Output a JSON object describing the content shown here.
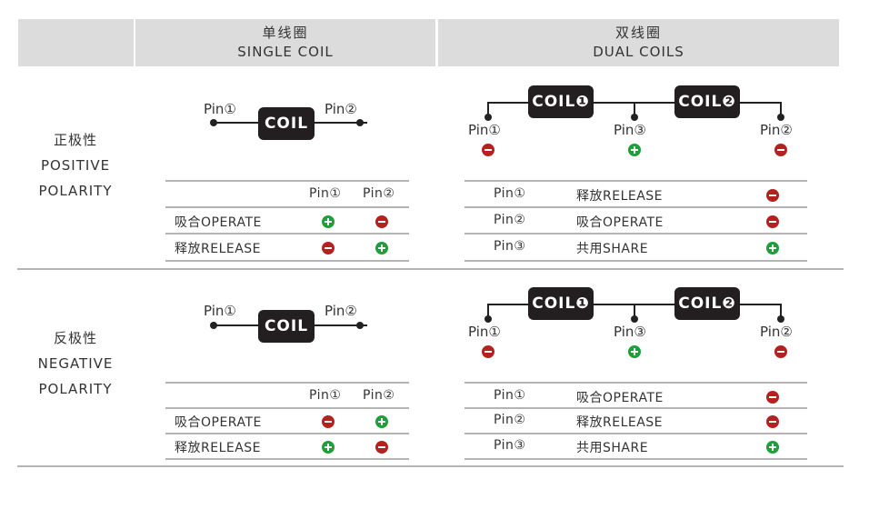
{
  "header": {
    "single": {
      "cn": "单线圈",
      "en": "SINGLE COIL"
    },
    "dual": {
      "cn": "双线圈",
      "en": "DUAL COILS"
    }
  },
  "icons": {
    "positive": "plus-circle-green",
    "negative": "minus-circle-red"
  },
  "colors": {
    "header_bg": "#dcdcdc",
    "coil_bg": "#231f20",
    "positive": "#1f9e3a",
    "negative": "#b3221e",
    "rule": "#b4b4b4"
  },
  "sections": [
    {
      "label": {
        "cn": "正极性",
        "en1": "POSITIVE",
        "en2": "POLARITY"
      },
      "single": {
        "diagram": {
          "pin_left": "Pin①",
          "pin_right": "Pin②",
          "coil": "COIL"
        },
        "table": {
          "columns": [
            "",
            "Pin①",
            "Pin②"
          ],
          "rows": [
            {
              "state": "吸合OPERATE",
              "pin1": "+",
              "pin2": "-"
            },
            {
              "state": "释放RELEASE",
              "pin1": "-",
              "pin2": "+"
            }
          ]
        }
      },
      "dual": {
        "diagram": {
          "coil1": "COIL❶",
          "coil2": "COIL❷",
          "pins": [
            {
              "label": "Pin①",
              "sign": "-"
            },
            {
              "label": "Pin③",
              "sign": "+"
            },
            {
              "label": "Pin②",
              "sign": "-"
            }
          ]
        },
        "table": {
          "rows": [
            {
              "pin": "Pin①",
              "state": "释放RELEASE",
              "sign": "-"
            },
            {
              "pin": "Pin②",
              "state": "吸合OPERATE",
              "sign": "-"
            },
            {
              "pin": "Pin③",
              "state": "共用SHARE",
              "sign": "+"
            }
          ]
        }
      }
    },
    {
      "label": {
        "cn": "反极性",
        "en1": "NEGATIVE",
        "en2": "POLARITY"
      },
      "single": {
        "diagram": {
          "pin_left": "Pin①",
          "pin_right": "Pin②",
          "coil": "COIL"
        },
        "table": {
          "columns": [
            "",
            "Pin①",
            "Pin②"
          ],
          "rows": [
            {
              "state": "吸合OPERATE",
              "pin1": "-",
              "pin2": "+"
            },
            {
              "state": "释放RELEASE",
              "pin1": "+",
              "pin2": "-"
            }
          ]
        }
      },
      "dual": {
        "diagram": {
          "coil1": "COIL❶",
          "coil2": "COIL❷",
          "pins": [
            {
              "label": "Pin①",
              "sign": "-"
            },
            {
              "label": "Pin③",
              "sign": "+"
            },
            {
              "label": "Pin②",
              "sign": "-"
            }
          ]
        },
        "table": {
          "rows": [
            {
              "pin": "Pin①",
              "state": "吸合OPERATE",
              "sign": "-"
            },
            {
              "pin": "Pin②",
              "state": "释放RELEASE",
              "sign": "-"
            },
            {
              "pin": "Pin③",
              "state": "共用SHARE",
              "sign": "+"
            }
          ]
        }
      }
    }
  ]
}
